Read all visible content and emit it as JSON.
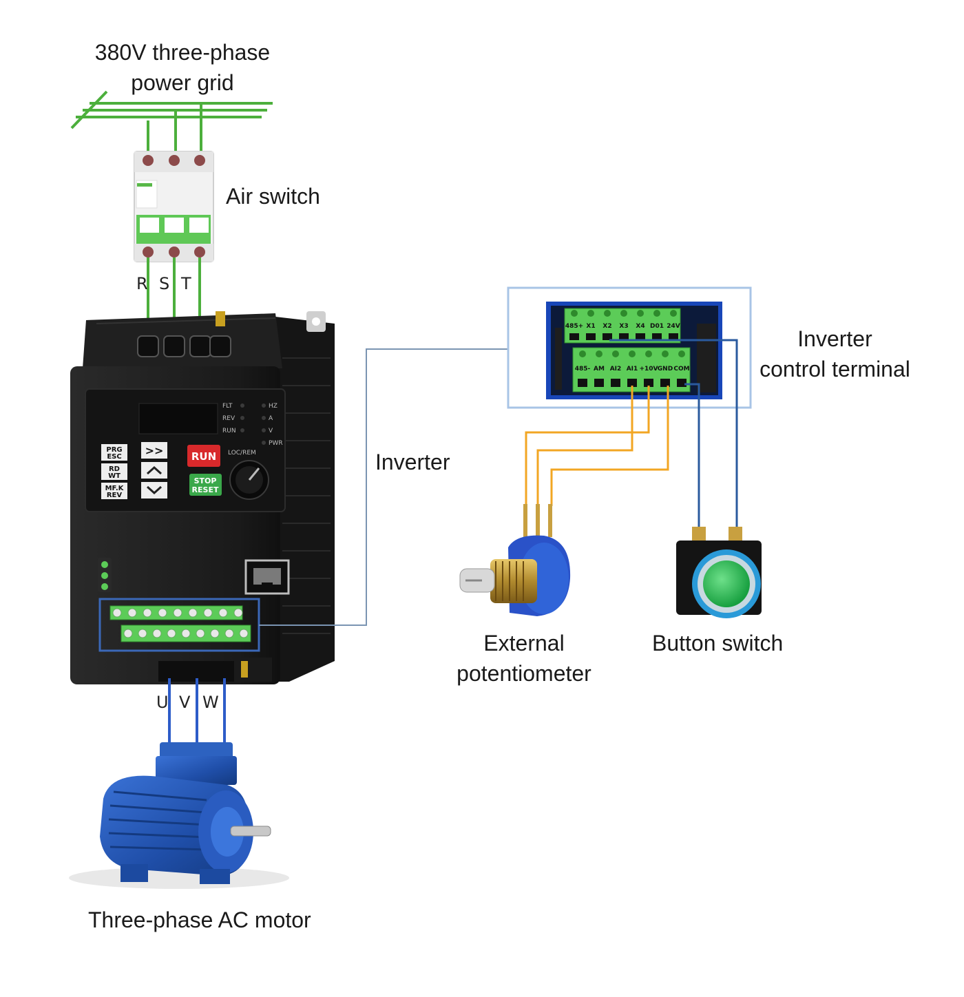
{
  "labels": {
    "grid": [
      "380V three-phase",
      "power grid"
    ],
    "air_switch": "Air switch",
    "inverter": "Inverter",
    "control_terminal": [
      "Inverter",
      "control terminal"
    ],
    "potentiometer": [
      "External",
      "potentiometer"
    ],
    "button_switch": "Button switch",
    "motor": "Three-phase AC motor"
  },
  "input_phases": [
    "R",
    "S",
    "T"
  ],
  "output_phases": [
    "U",
    "V",
    "W"
  ],
  "terminal_top_row": [
    "485+",
    "X1",
    "X2",
    "X3",
    "X4",
    "D01",
    "24V"
  ],
  "terminal_bottom_row": [
    "485-",
    "AM",
    "AI2",
    "AI1",
    "+10V",
    "GND",
    "COM"
  ],
  "panel": {
    "leds_left": [
      "FLT",
      "REV",
      "RUN"
    ],
    "leds_right": [
      "HZ",
      "A",
      "V",
      "PWR"
    ],
    "keys": {
      "prg": [
        "PRG",
        "ESC"
      ],
      "rd": [
        "RD",
        "WT"
      ],
      "mfk": [
        "MF.K",
        "REV"
      ],
      "shift": ">>",
      "run": "RUN",
      "stop": [
        "STOP",
        "RESET"
      ],
      "locrem": "LOC/REM"
    }
  },
  "colors": {
    "power_wire": "#4caf3c",
    "signal_wire": "#f2a623",
    "control_wire": "#2a5a9e",
    "motor_wire": "#2d5cc8",
    "frame": "#a8c4e6",
    "inverter_body": "#1d1d1d",
    "terminal_green": "#5ccc58",
    "motor_blue": "#2458b8",
    "run_red": "#d8292b",
    "stop_green": "#3aa84a"
  }
}
